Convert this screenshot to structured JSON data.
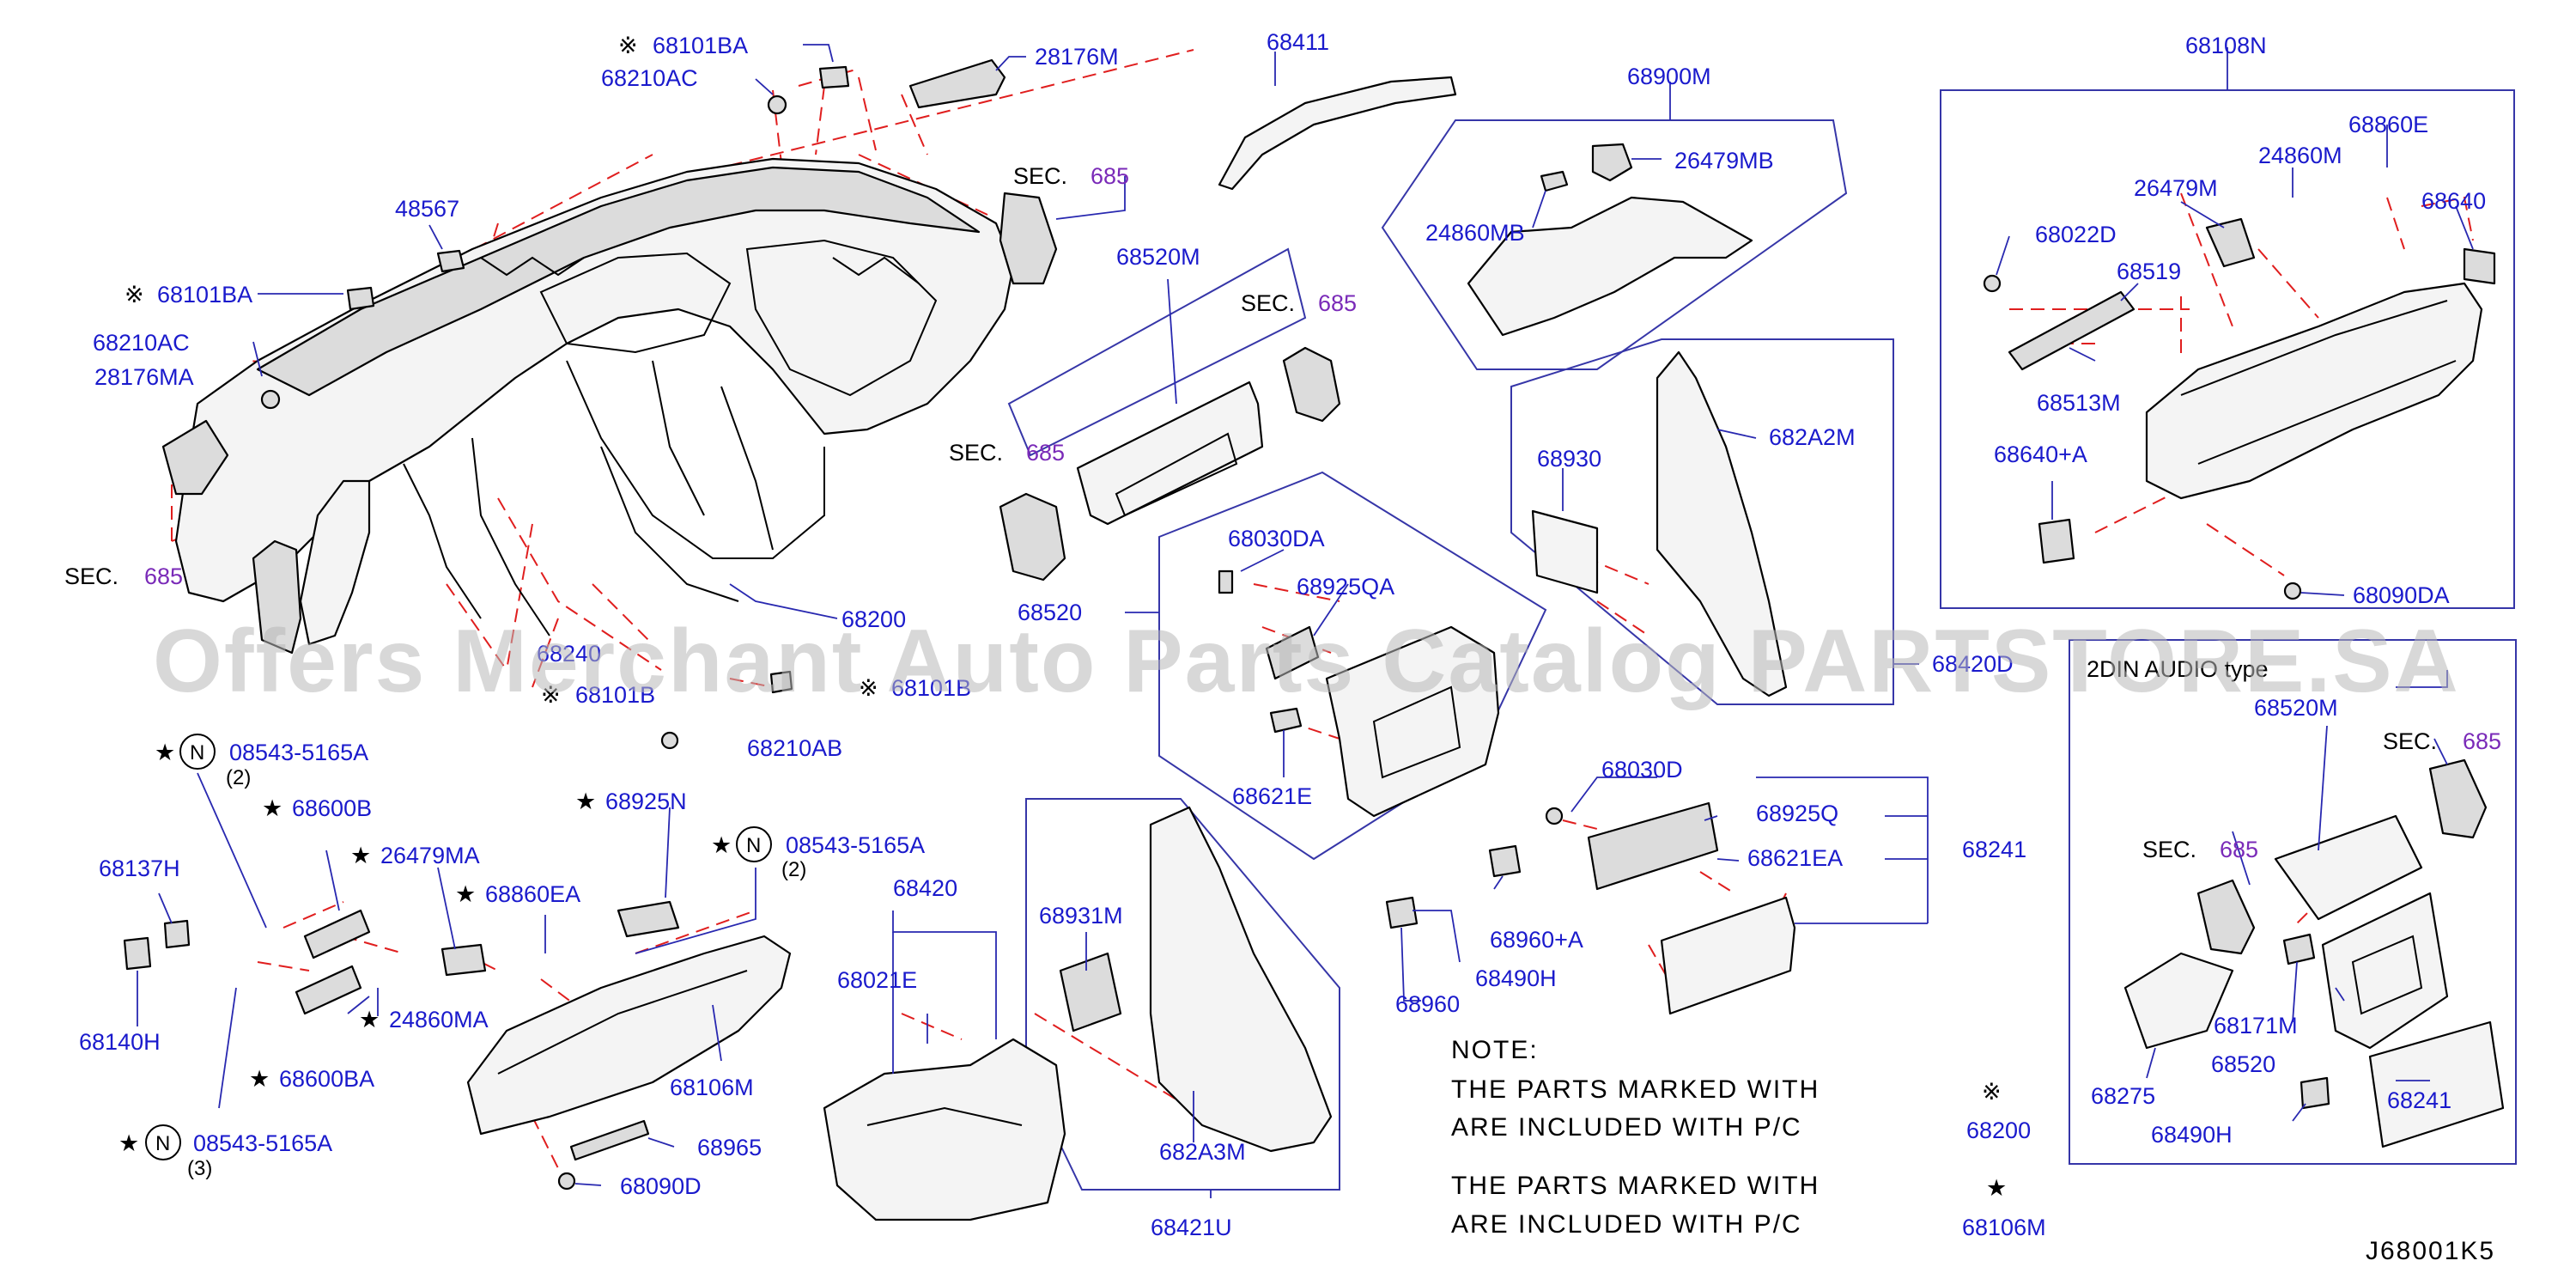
{
  "diagram": {
    "diagram_code": "J68001K5",
    "watermark": "Offers Merchant Auto Parts Catalog PARTSTORE.SA",
    "section_label": "SEC.",
    "section_number": "685",
    "symbols": {
      "star": "★",
      "reference_mark": "※",
      "n_circle": "N"
    },
    "note": {
      "heading": "NOTE:",
      "line1": "THE  PARTS  MARKED  WITH",
      "line2": "ARE  INCLUDED  WITH  P/C",
      "line3": "THE  PARTS  MARKED  WITH",
      "line4": "ARE  INCLUDED  WITH  P/C",
      "ref1": "68200",
      "ref2": "68106M"
    },
    "inset_title": "2DIN AUDIO type",
    "labels": {
      "p68101ba_top": "68101BA",
      "p68210ac_top": "68210AC",
      "p28176m": "28176M",
      "p68411": "68411",
      "p48567": "48567",
      "p68101ba_left": "68101BA",
      "p68210ac_left": "68210AC",
      "p28176ma": "28176MA",
      "p68520m": "68520M",
      "p68520": "68520",
      "p68200": "68200",
      "p68240": "68240",
      "p68101b_a": "68101B",
      "p68101b_b": "68101B",
      "p68210ab": "68210AB",
      "p68900m": "68900M",
      "p26479mb": "26479MB",
      "p24860mb": "24860MB",
      "p68930": "68930",
      "p682a2m": "682A2M",
      "p68420d": "68420D",
      "p68030da": "68030DA",
      "p68925qa": "68925QA",
      "p68621e": "68621E",
      "p68108n": "68108N",
      "p68860e": "68860E",
      "p24860m": "24860M",
      "p26479m": "26479M",
      "p68640": "68640",
      "p68022d": "68022D",
      "p68519": "68519",
      "p68513m": "68513M",
      "p68640a": "68640+A",
      "p68090da": "68090DA",
      "p08543_a": "08543-5165A",
      "p08543_a_qty": "(2)",
      "p68600b": "68600B",
      "p26479ma": "26479MA",
      "p68860ea": "68860EA",
      "p68925n": "68925N",
      "p08543_b": "08543-5165A",
      "p08543_b_qty": "(2)",
      "p68137h": "68137H",
      "p68140h": "68140H",
      "p24860ma": "24860MA",
      "p68600ba": "68600BA",
      "p68106m": "68106M",
      "p08543_c": "08543-5165A",
      "p08543_c_qty": "(3)",
      "p68965": "68965",
      "p68090d": "68090D",
      "p68420": "68420",
      "p68021e": "68021E",
      "p68931m": "68931M",
      "p682a3m": "682A3M",
      "p68421u": "68421U",
      "p68030d": "68030D",
      "p68925q": "68925Q",
      "p68621ea": "68621EA",
      "p68241": "68241",
      "p68960a": "68960+A",
      "p68490h": "68490H",
      "p68960": "68960",
      "i68520m": "68520M",
      "i68171m": "68171M",
      "i68520": "68520",
      "i68275": "68275",
      "i68490h": "68490H",
      "i68241": "68241"
    }
  }
}
